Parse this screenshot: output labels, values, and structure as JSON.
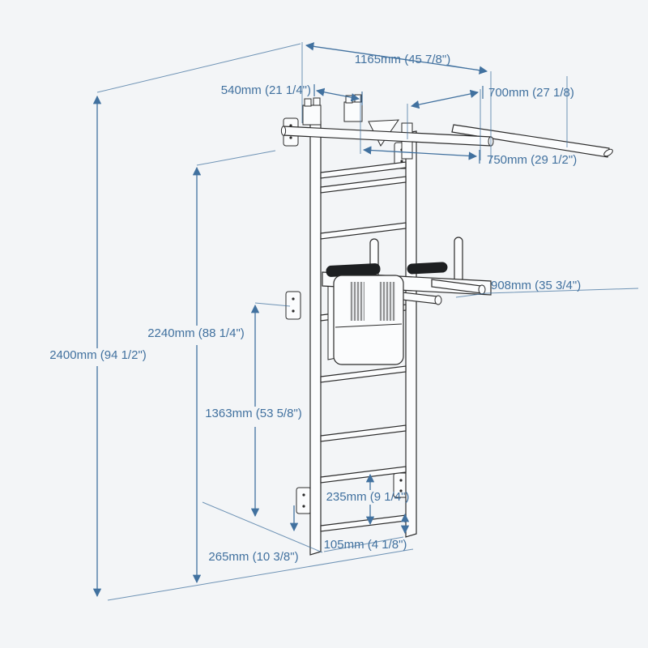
{
  "colors": {
    "background": "#f3f5f7",
    "dimension": "#41719f",
    "drawing": "#2b2b2b"
  },
  "diagram": {
    "kind": "isometric line drawing of wall bars (stall bars) with pull-up bar and dip attachment, annotated with dimensions"
  },
  "labels": {
    "top_total_width": "1165mm (45 7/8\")",
    "top_depth": "540mm (21 1/4\")",
    "pullup_offset": "700mm (27 1/8)",
    "grip_span": "750mm (29 1/2\")",
    "dip_handle_length": "908mm (35 3/4\")",
    "total_height": "2400mm (94 1/2\")",
    "wall_bar_height": "2240mm (88 1/4\")",
    "dip_bar_height": "1363mm (53 5/8\")",
    "rung_spacing": "235mm (9 1/4\")",
    "bottom_rung_offset": "105mm (4 1/8\")",
    "base_depth": "265mm (10 3/8\")"
  }
}
